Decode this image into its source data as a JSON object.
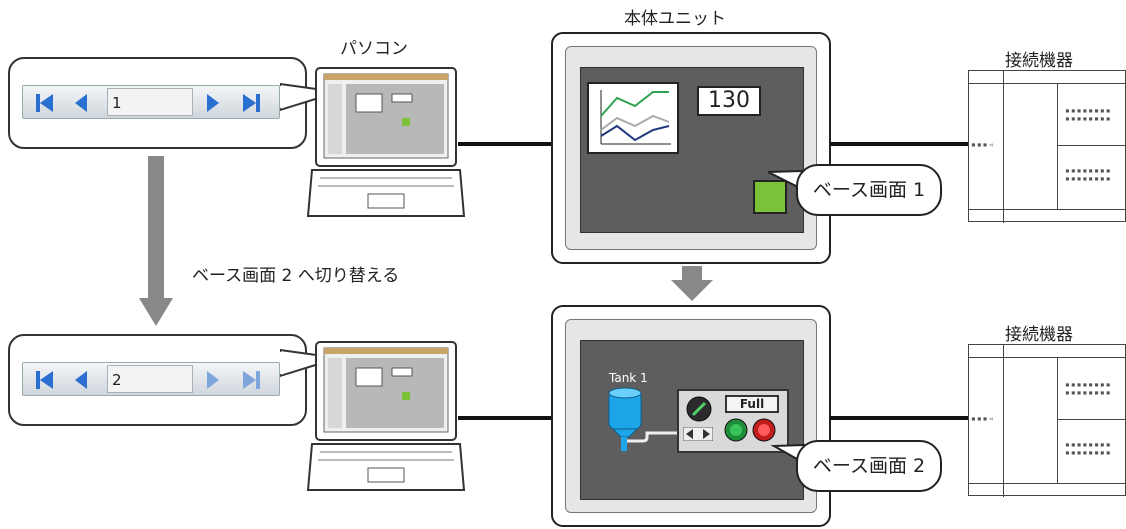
{
  "pc_label": "パソコン",
  "main_unit_label": "本体ユニット",
  "device_label_top": "接続機器",
  "device_label_bottom": "接続機器",
  "switch_label": "ベース画面 2 へ切り替える",
  "top_nav": {
    "page_value": "1"
  },
  "bottom_nav": {
    "page_value": "2"
  },
  "screen1": {
    "numeric_display": "130",
    "callout": "ベース画面 1"
  },
  "screen2": {
    "tank_label": "Tank 1",
    "full_label": "Full",
    "callout": "ベース画面 2"
  },
  "colors": {
    "hmi_screen_bg": "#5e5e5e",
    "arrow_gray": "#888888",
    "nav_blue": "#2a6fd0",
    "lamp_green": "#7cc13a",
    "tank_blue": "#1ea4e9"
  }
}
